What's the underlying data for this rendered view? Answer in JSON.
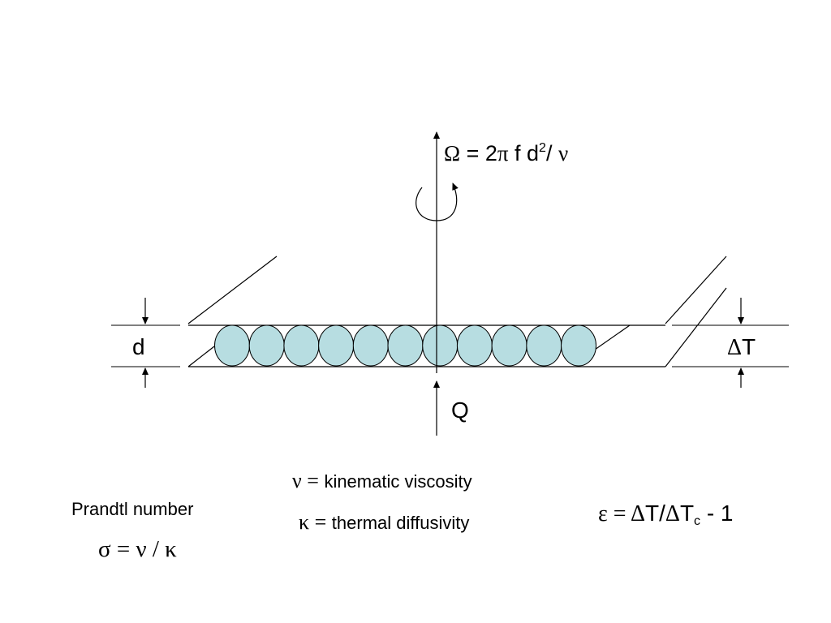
{
  "omega_formula": {
    "omega": "Ω",
    "equals": " = 2",
    "pi": "π",
    "f_d": " f d",
    "sup": "2",
    "slash": "/ ",
    "nu": "ν"
  },
  "label_d": "d",
  "label_delta_t": {
    "delta": "Δ",
    "t": "T"
  },
  "label_q": "Q",
  "nu_def": {
    "symbol": "ν",
    "eq": " = ",
    "text": "kinematic viscosity"
  },
  "kappa_def": {
    "symbol": "κ",
    "eq": " = ",
    "text": "thermal diffusivity"
  },
  "prandtl": {
    "title": "Prandtl number",
    "formula": "σ = ν / κ"
  },
  "epsilon_formula": {
    "eps": "ε",
    "eq": " = ",
    "d1": "Δ",
    "t1": "T/",
    "d2": "Δ",
    "t2": "T",
    "sub": "c",
    "tail": " - 1"
  },
  "colors": {
    "cell_fill": "#b7dde1",
    "stroke": "#000000"
  },
  "roll_count": 11
}
